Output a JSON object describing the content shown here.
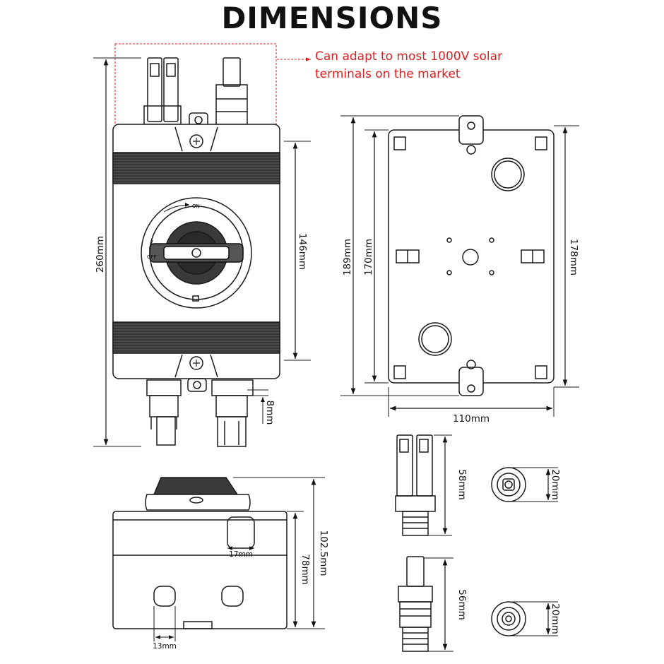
{
  "title": "DIMENSIONS",
  "callout": {
    "line1": "Can adapt to most 1000V solar",
    "line2": "terminals on the market"
  },
  "front_view": {
    "height_label": "260mm",
    "body_label": "146mm",
    "connector_label": "8mm",
    "switch_on": "ON",
    "switch_off": "OFF"
  },
  "back_view": {
    "left_outer_label": "189mm",
    "left_inner_label": "170mm",
    "right_label": "178mm",
    "width_label": "110mm"
  },
  "side_view": {
    "total_height_label": "102.5mm",
    "body_height_label": "78mm",
    "gland_label": "17mm",
    "hole_label": "13mm"
  },
  "connectors": {
    "male_length_label": "58mm",
    "male_diameter_label": "20mm",
    "female_length_label": "56mm",
    "female_diameter_label": "20mm"
  },
  "colors": {
    "callout": "#e01f1f",
    "line": "#1a1a1a",
    "dark_band": "#3a3a3a"
  }
}
